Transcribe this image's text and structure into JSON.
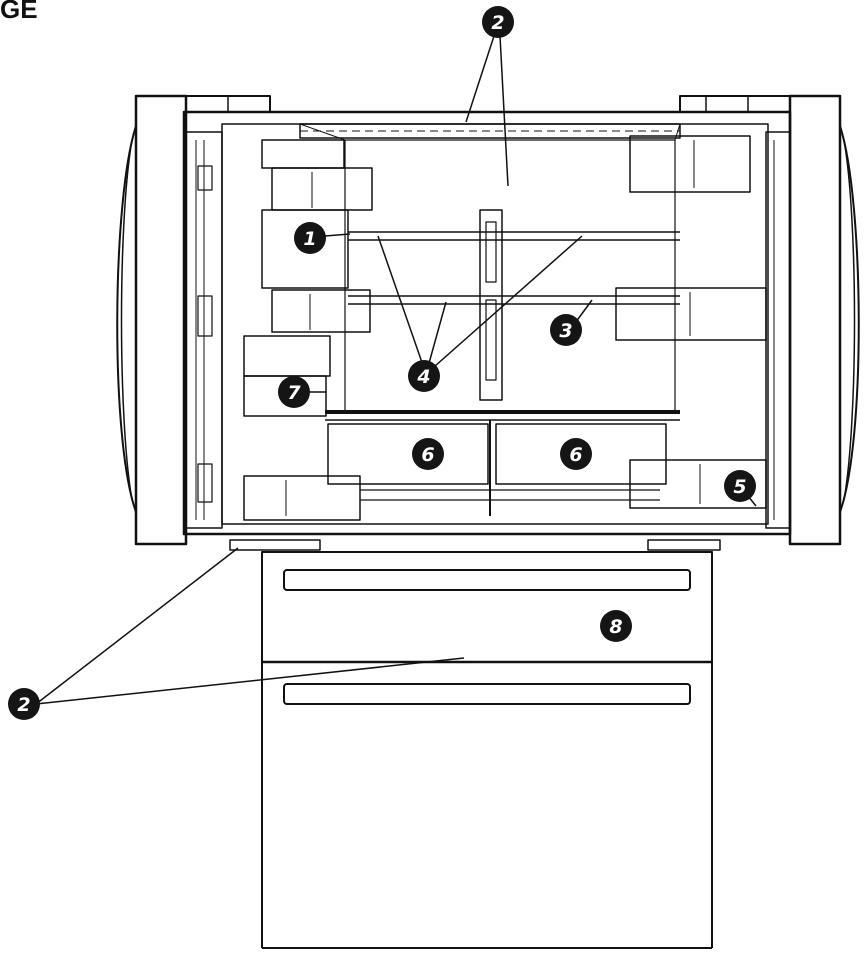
{
  "header_text": "GE",
  "callouts": [
    {
      "id": "c1",
      "label": "1"
    },
    {
      "id": "c2-top",
      "label": "2"
    },
    {
      "id": "c2-bottom",
      "label": "2"
    },
    {
      "id": "c3",
      "label": "3"
    },
    {
      "id": "c4",
      "label": "4"
    },
    {
      "id": "c5",
      "label": "5"
    },
    {
      "id": "c6-left",
      "label": "6"
    },
    {
      "id": "c6-right",
      "label": "6"
    },
    {
      "id": "c7",
      "label": "7"
    },
    {
      "id": "c8",
      "label": "8"
    }
  ]
}
